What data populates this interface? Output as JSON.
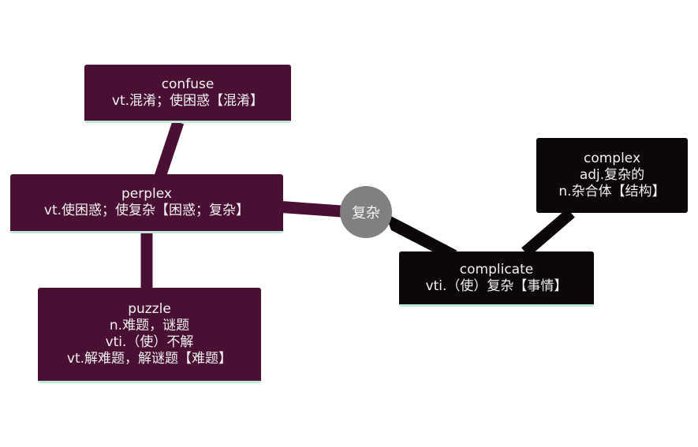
{
  "center": {
    "label": "复杂"
  },
  "nodes": {
    "confuse": {
      "word": "confuse",
      "lines": [
        "vt.混淆；使困惑【混淆】"
      ]
    },
    "perplex": {
      "word": "perplex",
      "lines": [
        "vt.使困惑；使复杂【困惑；复杂】"
      ]
    },
    "puzzle": {
      "word": "puzzle",
      "lines": [
        "n.难题，谜题",
        "vti.（使）不解",
        "vt.解难题，解谜题【难题】"
      ]
    },
    "complex": {
      "word": "complex",
      "lines": [
        "adj.复杂的",
        "n.杂合体【结构】"
      ]
    },
    "complicate": {
      "word": "complicate",
      "lines": [
        "vti.（使）复杂【事情】"
      ]
    }
  },
  "colors": {
    "purple_node": "#4a1033",
    "black_node": "#0c0708",
    "center_node": "#7f8080",
    "underline": "#bfe8d6"
  }
}
